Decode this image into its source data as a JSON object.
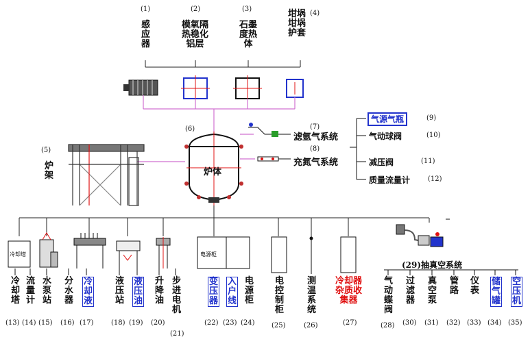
{
  "top_components": [
    {
      "num": "(1)",
      "label": "感应器"
    },
    {
      "num": "(2)",
      "label": "模氧隔热稳化铝层"
    },
    {
      "num": "(3)",
      "label": "石墨度热体"
    },
    {
      "num": "(4)",
      "label": "坩埚坩埚护套"
    }
  ],
  "furnace": {
    "num": "(6)",
    "label": "炉体"
  },
  "frame": {
    "num": "(5)",
    "label": "炉架"
  },
  "gas": {
    "num7": "(7)",
    "argon_system": "滤氩气系统",
    "num8": "(8)",
    "nitrogen_system": "充氮气系统",
    "items": [
      {
        "label": "气源气瓶",
        "num": "(9)",
        "boxed": true
      },
      {
        "label": "气动球阀",
        "num": "(10)"
      },
      {
        "label": "减压阀",
        "num": "(11)"
      },
      {
        "label": "质量流量计",
        "num": "(12)"
      }
    ]
  },
  "bottom_components": [
    {
      "num": "(13)",
      "label": "冷却塔",
      "color": "black"
    },
    {
      "num": "(14)",
      "label": "流量计",
      "color": "black"
    },
    {
      "num": "(15)",
      "label": "水泵站",
      "color": "black"
    },
    {
      "num": "(16)",
      "label": "分水器",
      "color": "black"
    },
    {
      "num": "(17)",
      "label": "冷却液",
      "color": "blue"
    },
    {
      "num": "(18)",
      "label": "液压站",
      "color": "black"
    },
    {
      "num": "(19)",
      "label": "液压油",
      "color": "blue"
    },
    {
      "num": "(20)",
      "label": "升降油",
      "color": "black"
    },
    {
      "num": "(21)",
      "label": "步进电机",
      "color": "black"
    },
    {
      "num": "(22)",
      "label": "变压器",
      "color": "blue"
    },
    {
      "num": "(23)",
      "label": "入户线",
      "color": "blue"
    },
    {
      "num": "(24)",
      "label": "电源柜",
      "color": "black"
    },
    {
      "num": "(25)",
      "label": "电控制柜",
      "color": "black"
    },
    {
      "num": "(26)",
      "label": "测温系统",
      "color": "black"
    },
    {
      "num": "(27)",
      "label": "冷却器杂质收集器",
      "color": "red"
    },
    {
      "num": "(28)",
      "label": "气动蝶阀",
      "color": "black"
    },
    {
      "num": "(30)",
      "label": "过滤器",
      "color": "black"
    },
    {
      "num": "(31)",
      "label": "真空泵",
      "color": "black"
    },
    {
      "num": "(32)",
      "label": "管路",
      "color": "black"
    },
    {
      "num": "(33)",
      "label": "仪表",
      "color": "black"
    },
    {
      "num": "(34)",
      "label": "储气罐",
      "color": "blue"
    },
    {
      "num": "(35)",
      "label": "空压机",
      "color": "blue"
    }
  ],
  "vacuum_system": {
    "num": "(29)",
    "label": "抽真空系统"
  },
  "cooling_tower_icon": "冷却塔",
  "power_cabinet_icon": "电源柜",
  "icons": [
    "inductor-coil-icon",
    "insulation-box-icon",
    "graphite-heater-icon",
    "crucible-icon",
    "furnace-vessel-icon",
    "frame-icon",
    "valve-icon",
    "cooling-tower-icon",
    "pump-icon",
    "manifold-icon",
    "hydraulic-station-icon",
    "lift-icon",
    "cabinet-icon",
    "vacuum-pump-icon"
  ],
  "colors": {
    "line": "#d070d0",
    "blue": "#2233cc",
    "red": "#e01010",
    "black": "#111111"
  }
}
